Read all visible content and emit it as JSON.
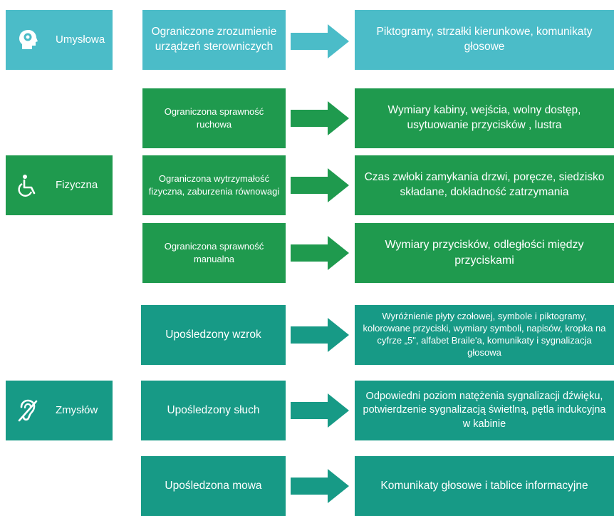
{
  "categories": {
    "umyslowa": "Umysłowa",
    "fizyczna": "Fizyczna",
    "zmyslow": "Zmysłów"
  },
  "limitations": {
    "l1": "Ograniczone zrozumienie urządzeń sterowniczych",
    "l2": "Ograniczona sprawność ruchowa",
    "l3": "Ograniczona wytrzymałość fizyczna, zaburzenia równowagi",
    "l4": "Ograniczona sprawność manualna",
    "l5": "Upośledzony wzrok",
    "l6": "Upośledzony słuch",
    "l7": "Upośledzona mowa"
  },
  "solutions": {
    "s1": "Piktogramy, strzałki kierunkowe, komunikaty głosowe",
    "s2": "Wymiary kabiny, wejścia, wolny dostęp, usytuowanie przycisków , lustra",
    "s3": "Czas zwłoki zamykania drzwi, poręcze, siedzisko składane, dokładność zatrzymania",
    "s4": "Wymiary przycisków, odległości między przyciskami",
    "s5": "Wyróżnienie płyty czołowej, symbole i piktogramy, kolorowane przyciski, wymiary symboli, napisów, kropka na cyfrze „5\", alfabet Braile'a, komunikaty i sygnalizacja głosowa",
    "s6": "Odpowiedni poziom natężenia sygnalizacji dźwięku, potwierdzenie sygnalizacją świetlną, pętla indukcyjna  w kabinie",
    "s7": "Komunikaty głosowe i tablice informacyjne"
  },
  "icons": [
    "brain-head-icon",
    "wheelchair-icon",
    "hearing-impaired-icon"
  ],
  "colors": {
    "teal": "#4bbcc8",
    "green": "#1f9a4e",
    "sea": "#179a86",
    "text": "#ffffff"
  }
}
